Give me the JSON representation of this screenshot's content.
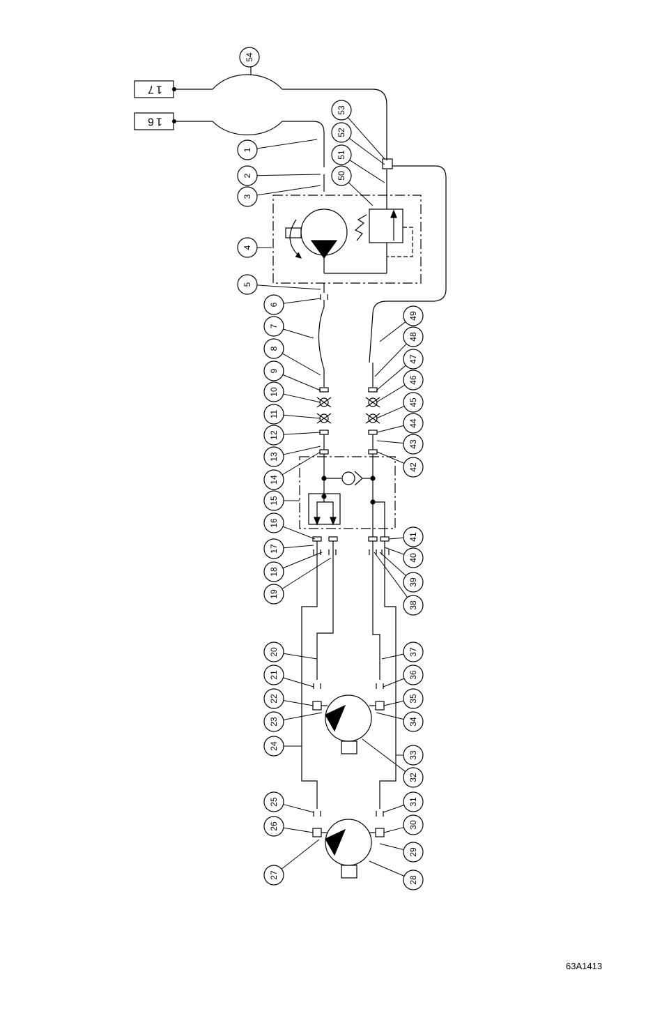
{
  "figure_id": "63A1413",
  "boxes": [
    {
      "id": "box-17",
      "label": "17"
    },
    {
      "id": "box-16",
      "label": "16"
    }
  ],
  "callouts": [
    "1",
    "2",
    "3",
    "4",
    "5",
    "6",
    "7",
    "8",
    "9",
    "10",
    "11",
    "12",
    "13",
    "14",
    "15",
    "16",
    "17",
    "18",
    "19",
    "20",
    "21",
    "22",
    "23",
    "24",
    "25",
    "26",
    "27",
    "28",
    "29",
    "30",
    "31",
    "32",
    "33",
    "34",
    "35",
    "36",
    "37",
    "38",
    "39",
    "40",
    "41",
    "42",
    "43",
    "44",
    "45",
    "46",
    "47",
    "48",
    "49",
    "50",
    "51",
    "52",
    "53",
    "54"
  ]
}
